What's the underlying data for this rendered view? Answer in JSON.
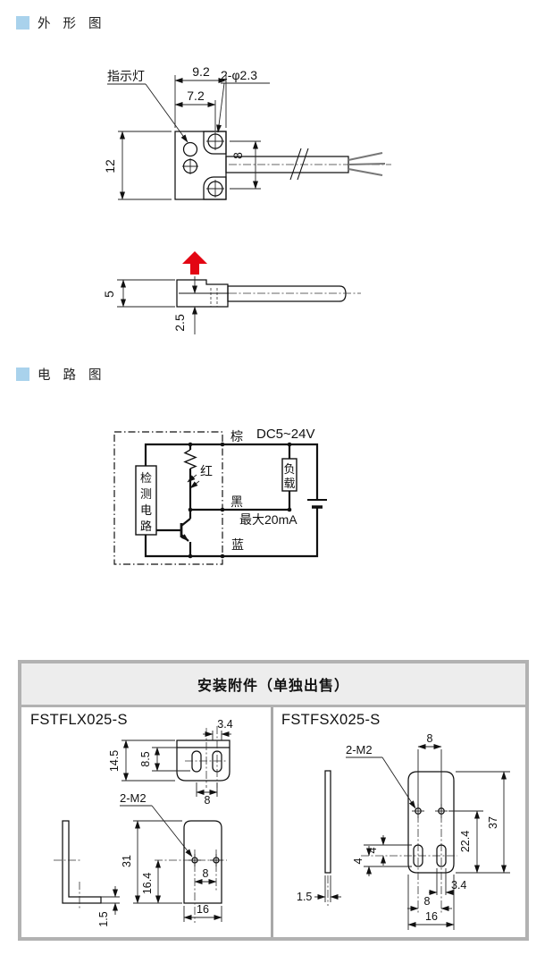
{
  "sections": {
    "outline_title": "外 形 图",
    "circuit_title": "电 路 图"
  },
  "outline": {
    "top_view": {
      "indicator": "指示灯",
      "hole_callout": "2-φ2.3",
      "dim_width": "9.2",
      "dim_width_inner": "7.2",
      "dim_height": "12",
      "dim_hole_span": "8"
    },
    "side_view": {
      "dim_height": "5",
      "dim_center": "2.5"
    }
  },
  "circuit": {
    "supply": "DC5~24V",
    "wire_brown": "棕",
    "wire_black": "黑",
    "wire_blue": "蓝",
    "led": "红",
    "max_current": "最大20mA",
    "load_chars": [
      "负",
      "载"
    ],
    "detector_chars": [
      "检",
      "测",
      "电",
      "路"
    ]
  },
  "accessories": {
    "title": "安装附件（单独出售）",
    "left": {
      "model": "FSTFLX025-S",
      "dims": {
        "slot_width": "3.4",
        "flange_height": "14.5",
        "slot_offset": "8.5",
        "slot_span": "8",
        "thread": "2-M2",
        "height": "31",
        "hole_height": "16.4",
        "hole_span": "8",
        "width": "16",
        "thickness": "1.5"
      }
    },
    "right": {
      "model": "FSTFSX025-S",
      "dims": {
        "hole_span_top": "8",
        "thread": "2-M2",
        "height": "37",
        "hole_to_bottom": "22.4",
        "slot_dim_a": "4",
        "slot_dim_b": "4",
        "thickness": "1.5",
        "slot_width": "3.4",
        "slot_span": "8",
        "width": "16"
      }
    }
  },
  "colors": {
    "accent_blue": "#a9d2ec",
    "arrow_red": "#e30613",
    "body_gray": "#d8d8d8",
    "table_border": "#b2b2b2",
    "table_header_bg": "#ededed"
  }
}
